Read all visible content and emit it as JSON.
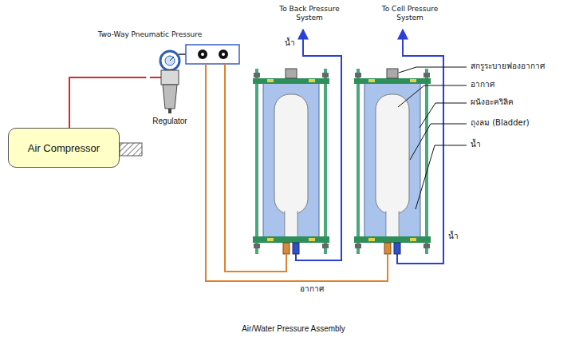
{
  "diagram": {
    "caption": "Air/Water Pressure Assembly",
    "nodes": [
      {
        "text": [
          "Air Compressor"
        ]
      },
      {
        "text": [
          "Regulator"
        ]
      }
    ],
    "edges": [
      {
        "from": 0,
        "to": 1,
        "arrow": "none"
      }
    ],
    "labels": [
      "Two-Way Pneumatic Pressure",
      "To Back Pressure System",
      "To Cell Pressure System",
      "น้ำ",
      "สกรูระบายฟองอากาศ",
      "อากาศ",
      "ผนังอะคริลิค",
      "ถุงลม (Bladder)",
      "น้ำ",
      "น้ำ",
      "อากาศ"
    ]
  }
}
